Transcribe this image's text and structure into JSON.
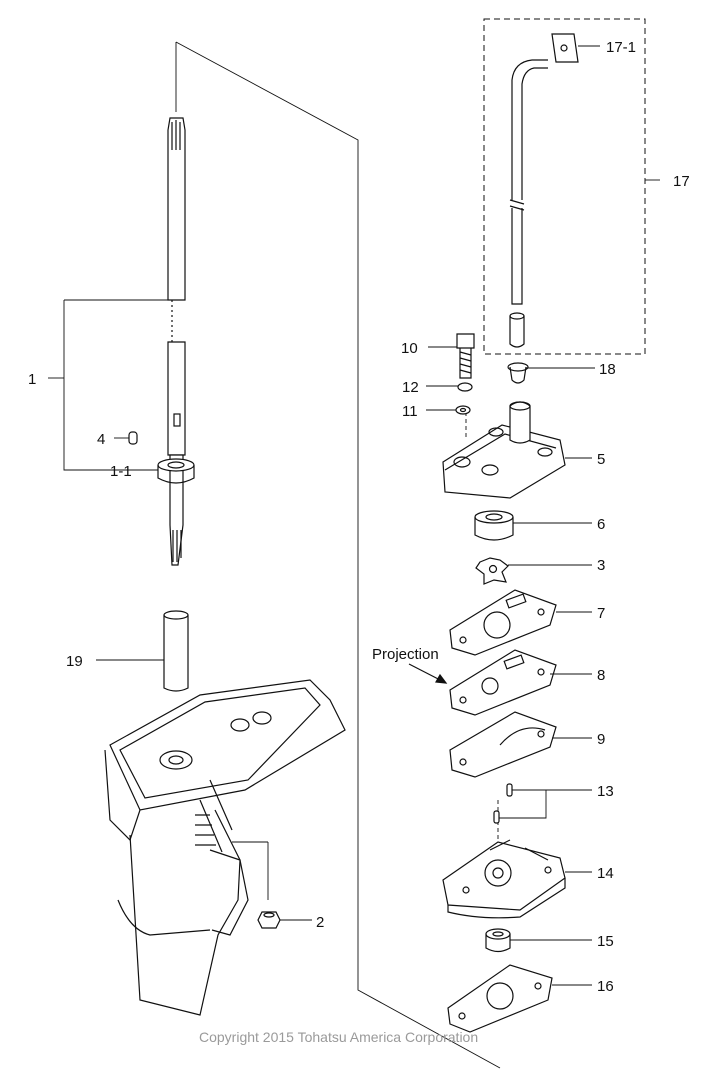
{
  "callouts": {
    "c1": "1",
    "c1_1": "1-1",
    "c2": "2",
    "c3": "3",
    "c4": "4",
    "c5": "5",
    "c6": "6",
    "c7": "7",
    "c8": "8",
    "c9": "9",
    "c10": "10",
    "c11": "11",
    "c12": "12",
    "c13": "13",
    "c14": "14",
    "c15": "15",
    "c16": "16",
    "c17": "17",
    "c17_1": "17-1",
    "c18": "18",
    "c19": "19"
  },
  "annotation": {
    "projection_label": "Projection"
  },
  "footer": {
    "copyright": "Copyright 2015 Tohatsu America Corporation"
  }
}
